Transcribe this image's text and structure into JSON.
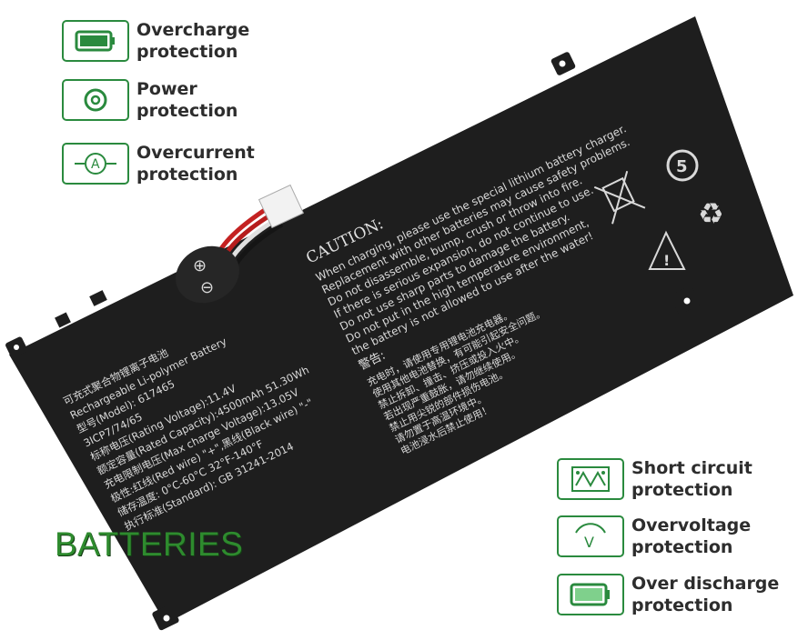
{
  "features_left": [
    {
      "line1": "Overcharge",
      "line2": "protection",
      "icon": "battery-full-icon"
    },
    {
      "line1": "Power",
      "line2": "protection",
      "icon": "power-ring-icon"
    },
    {
      "line1": "Overcurrent",
      "line2": "protection",
      "icon": "ammeter-icon"
    }
  ],
  "features_right": [
    {
      "line1": "Short circuit",
      "line2": "protection",
      "icon": "circuit-board-icon"
    },
    {
      "line1": "Overvoltage",
      "line2": "protection",
      "icon": "voltmeter-icon"
    },
    {
      "line1": "Over discharge",
      "line2": "protection",
      "icon": "battery-low-icon"
    }
  ],
  "brand": "BATTERIES",
  "battery": {
    "caution_title": "CAUTION:",
    "caution_lines": [
      "When charging, please use the special lithium battery charger.",
      "Replacement with other batteries may cause safety problems.",
      "Do not disassemble, bump, crush or throw into fire.",
      "If there is serious expansion, do not continue to use.",
      "Do not use sharp parts to damage the battery.",
      "Do not put in the high temperature environment,",
      "the battery is not allowed to use after the water!"
    ],
    "warning_title": "警告:",
    "warning_lines": [
      "充电时，请使用专用锂电池充电器。",
      "使用其他电池替换，有可能引起安全问题。",
      "禁止拆卸、撞击、挤压或投入火中。",
      "若出现严重鼓胀，请勿继续使用。",
      "禁止用尖锐的部件损伤电池。",
      "请勿置于高温环境中。",
      "电池浸水后禁止使用！"
    ],
    "spec_lines": [
      "可充式聚合物锂离子电池",
      "Rechargeable Li-polymer Battery",
      "型号(Model): 617465",
      "3ICP7/74/65",
      "标称电压(Rating Voltage):11.4V",
      "额定容量(Rated Capacity):4500mAh 51.30Wh",
      "充电限制电压(Max charge Voltage):13.05V",
      "极性:红线(Red wire) \"+\",黑线(Black wire) \"-\"",
      "储存温度: 0°C-60°C  32°F-140°F",
      "执行标准(Standard): GB 31241-2014"
    ],
    "plus_symbol": "⊕",
    "minus_symbol": "⊖",
    "cell_color": "#1e1e1e",
    "label_color": "#2b2b2b",
    "text_color": "#d9d9d9"
  },
  "colors": {
    "accent": "#2a8a3e",
    "brand_green": "#2e8b2e",
    "label_text": "#2d2d2d"
  }
}
